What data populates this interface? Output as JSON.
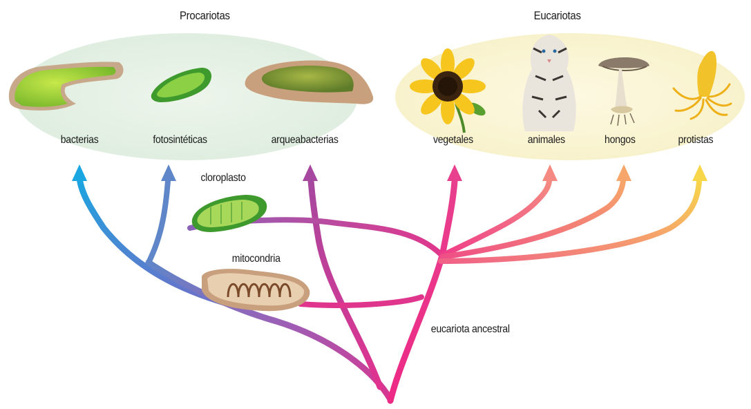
{
  "groups": {
    "prokaryotes": "Procariotas",
    "eukaryotes": "Eucariotas"
  },
  "organisms": {
    "bacteria": "bacterias",
    "photosynthetic": "fotosintéticas",
    "archaea": "arqueabacterias",
    "plants": "vegetales",
    "animals": "animales",
    "fungi": "hongos",
    "protists": "protistas"
  },
  "organelles": {
    "chloroplast": "cloroplasto",
    "mitochondria": "mitocondria"
  },
  "ancestor": "eucariota ancestral",
  "colors": {
    "bacteria_branch": "#1aa6e0",
    "photosynthetic_branch": "#5f86c8",
    "archaea_branch": "#b3449c",
    "eukaryote_trunk": "#ec2a86",
    "animals_branch": "#f48a82",
    "fungi_branch": "#f6a66a",
    "protists_branch": "#f7d64a",
    "prokaryote_ellipse": "#e6f0e4",
    "eukaryote_ellipse": "#fbf6d8"
  }
}
